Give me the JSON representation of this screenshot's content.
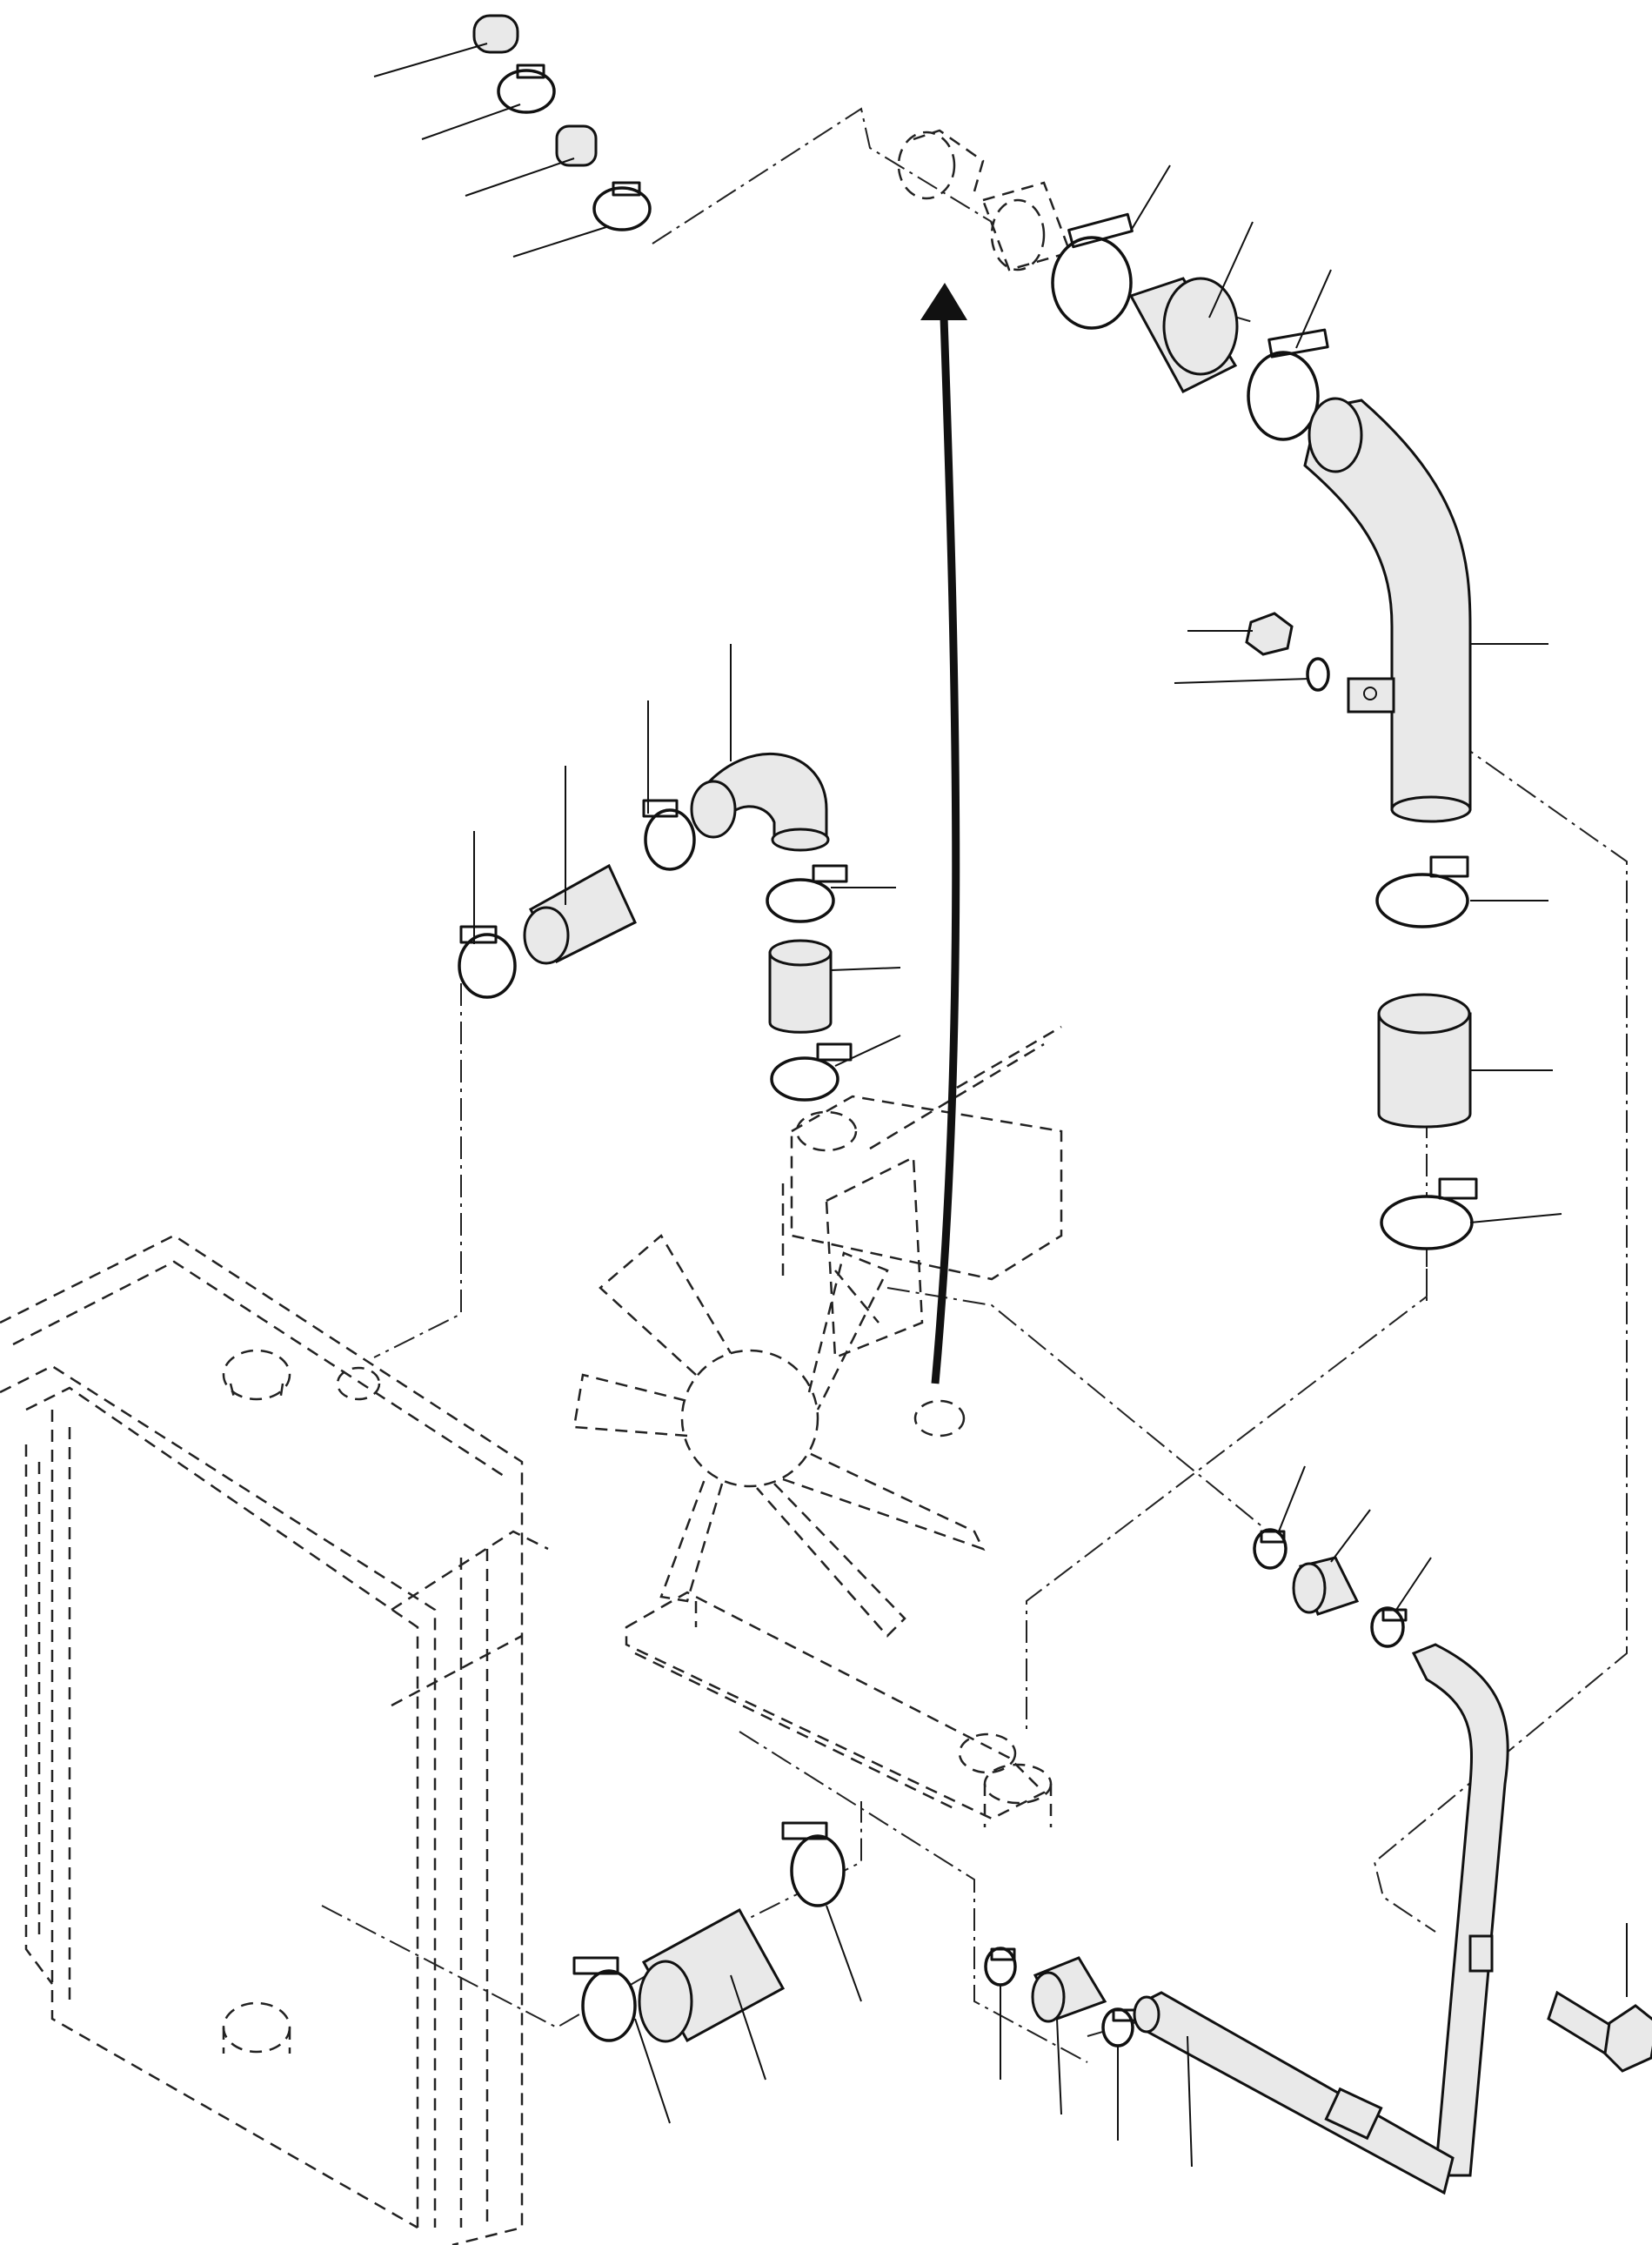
{
  "diagram": {
    "icons": {
      "radiator": "radiator-outline-dashed",
      "fan": "cooling-fan-dashed",
      "engine": "engine-block-dashed",
      "clamp": "hose-clamp-icon",
      "hose": "hose-sleeve-icon",
      "pipe": "bent-pipe-icon",
      "bolt": "bolt-icon",
      "nut": "nut-icon",
      "washer": "washer-icon",
      "arrow": "assembly-direction-arrow"
    },
    "colors": {
      "line": "#111111",
      "hose_fill": "#e9e9e9",
      "background": "#ffffff"
    }
  }
}
